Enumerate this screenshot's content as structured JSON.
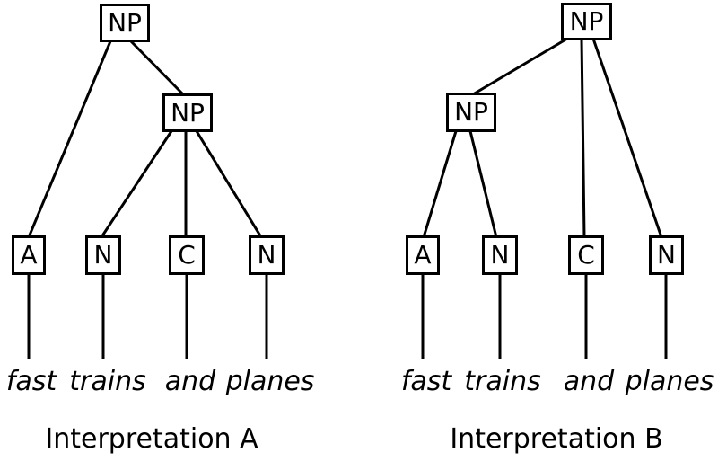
{
  "diagram": {
    "type": "syntax-tree-comparison",
    "phrase": "fast trains and planes",
    "colors": {
      "line": "#000000",
      "background": "#ffffff",
      "text": "#000000"
    },
    "trees": [
      {
        "caption": "Interpretation A",
        "root_label": "NP",
        "inner_label": "NP",
        "structure": "root NP dominates A and inner NP; inner NP dominates N, C, N",
        "leaves": [
          {
            "pos": "A",
            "word": "fast"
          },
          {
            "pos": "N",
            "word": "trains"
          },
          {
            "pos": "C",
            "word": "and"
          },
          {
            "pos": "N",
            "word": "planes"
          }
        ]
      },
      {
        "caption": "Interpretation B",
        "root_label": "NP",
        "inner_label": "NP",
        "structure": "root NP dominates inner NP, C and N; inner NP dominates A and N",
        "leaves": [
          {
            "pos": "A",
            "word": "fast"
          },
          {
            "pos": "N",
            "word": "trains"
          },
          {
            "pos": "C",
            "word": "and"
          },
          {
            "pos": "N",
            "word": "planes"
          }
        ]
      }
    ]
  }
}
